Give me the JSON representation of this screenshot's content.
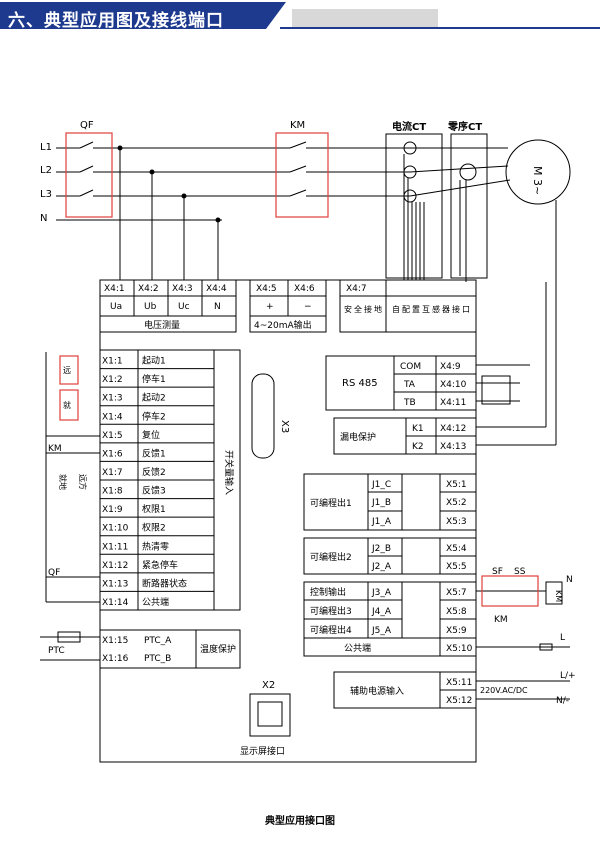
{
  "header": {
    "title": "六、典型应用图及接线端口"
  },
  "caption": "典型应用接口图",
  "lines": [
    "L1",
    "L2",
    "L3",
    "N"
  ],
  "qf_label": "QF",
  "km_label": "KM",
  "ct_current": "电流CT",
  "ct_zero": "零序CT",
  "motor": "M 3~",
  "top_terminals": {
    "row1": [
      "X4:1",
      "X4:2",
      "X4:3",
      "X4:4",
      "X4:5",
      "X4:6",
      "X4:7"
    ],
    "row2": [
      "Ua",
      "Ub",
      "Uc",
      "N",
      "+",
      "−"
    ],
    "voltage_label": "电压测量",
    "analog_label": "4~20mA输出",
    "ground_label": "安全接地",
    "mutual_label": "自配置互感器接口"
  },
  "inputs": {
    "terminals": [
      "X1:1",
      "X1:2",
      "X1:3",
      "X1:4",
      "X1:5",
      "X1:6",
      "X1:7",
      "X1:8",
      "X1:9",
      "X1:10",
      "X1:11",
      "X1:12",
      "X1:13",
      "X1:14"
    ],
    "labels": [
      "起动1",
      "停车1",
      "起动2",
      "停车2",
      "复位",
      "反馈1",
      "反馈2",
      "反馈3",
      "权限1",
      "权限2",
      "热清零",
      "紧急停车",
      "断路器状态",
      "公共端"
    ],
    "group_label": "开关量输入",
    "remote_label": "远",
    "local_label": "就",
    "km": "KM",
    "qf": "QF",
    "switch_mode_label": "就地",
    "switch_remote_label": "远方"
  },
  "ptc": {
    "terminals": [
      "X1:15",
      "X1:16"
    ],
    "labels": [
      "PTC_A",
      "PTC_B"
    ],
    "group_label": "温度保护",
    "sensor_label": "PTC"
  },
  "connectors": {
    "x3": "X3",
    "x2": "X2",
    "display_label": "显示屏接口"
  },
  "rs485": {
    "label": "RS 485",
    "signals": [
      "COM",
      "TA",
      "TB"
    ],
    "terminals": [
      "X4:9",
      "X4:10",
      "X4:11"
    ]
  },
  "leakage": {
    "label": "漏电保护",
    "signals": [
      "K1",
      "K2"
    ],
    "terminals": [
      "X4:12",
      "X4:13"
    ]
  },
  "prog1": {
    "label": "可编程出1",
    "contacts": [
      "J1_C",
      "J1_B",
      "J1_A"
    ],
    "terminals": [
      "X5:1",
      "X5:2",
      "X5:3"
    ]
  },
  "prog2": {
    "label": "可编程出2",
    "contacts": [
      "J2_B",
      "J2_A"
    ],
    "terminals": [
      "X5:4",
      "X5:5"
    ]
  },
  "outputs": {
    "labels": [
      "控制输出",
      "可编程出3",
      "可编程出4"
    ],
    "contacts": [
      "J3_A",
      "J4_A",
      "J5_A"
    ],
    "terminals": [
      "X5:7",
      "X5:8",
      "X5:9",
      "X5:10"
    ],
    "common_label": "公共端",
    "sf": "SF",
    "ss": "SS",
    "km": "KM",
    "km_coil": "KM",
    "n": "N",
    "l": "L"
  },
  "aux_power": {
    "label": "辅助电源输入",
    "terminals": [
      "X5:11",
      "X5:12"
    ],
    "voltage": "220V.AC/DC",
    "lplus": "L/+",
    "nminus": "N/-"
  },
  "colors": {
    "header": "#1d3a8f",
    "highlight": "#e0403a"
  }
}
